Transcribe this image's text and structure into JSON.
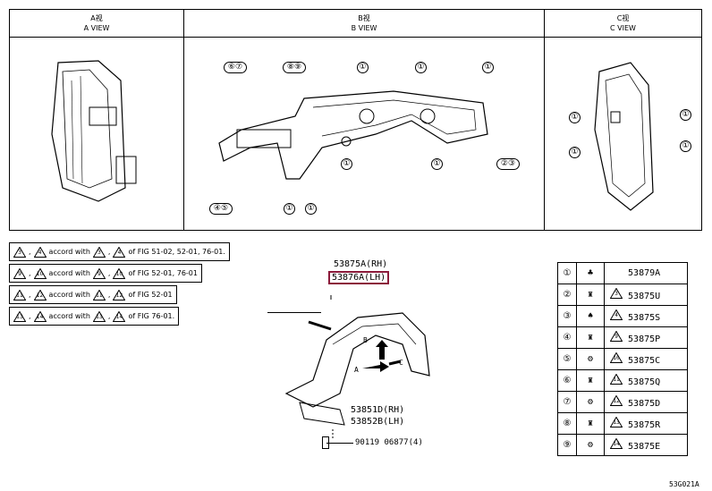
{
  "views": [
    {
      "title_cn": "A视",
      "title_en": "A VIEW"
    },
    {
      "title_cn": "B视",
      "title_en": "B VIEW"
    },
    {
      "title_cn": "C视",
      "title_en": "C VIEW"
    }
  ],
  "b_view_callouts": {
    "c67": "⑥⑦",
    "c89": "⑧⑨",
    "c1a": "①",
    "c1b": "①",
    "c1c": "①",
    "c1d": "①",
    "c1e": "①",
    "c23": "②③",
    "c45": "④⑤",
    "c1f": "①",
    "c1g": "①"
  },
  "c_view_callouts": {
    "c1a": "①",
    "c1b": "①",
    "c1c": "①",
    "c1d": "①"
  },
  "legend": [
    {
      "a": "3",
      "b": "4",
      "text": "accord with",
      "c": "3",
      "d": "4",
      "ref": "of FIG 51-02, 52-01, 76-01."
    },
    {
      "a": "9",
      "b": "10",
      "text": "accord with",
      "c": "9",
      "d": "10",
      "ref": "of FIG 52-01, 76-01"
    },
    {
      "a": "11",
      "b": "12",
      "text": "accord with",
      "c": "11",
      "d": "12",
      "ref": "of FIG 52-01"
    },
    {
      "a": "13",
      "b": "14",
      "text": "accord with",
      "c": "13",
      "d": "14",
      "ref": "of FIG 76-01."
    }
  ],
  "parts_table": [
    {
      "num": "①",
      "icon": "clip-icon",
      "tri": "",
      "part": "53879A"
    },
    {
      "num": "②",
      "icon": "screw-clip-icon",
      "tri": "3",
      "part": "53875U"
    },
    {
      "num": "③",
      "icon": "push-clip-icon",
      "tri": "4",
      "part": "53875S"
    },
    {
      "num": "④",
      "icon": "screw-clip-icon",
      "tri": "9",
      "part": "53875P"
    },
    {
      "num": "⑤",
      "icon": "nut-icon",
      "tri": "10",
      "part": "53875C"
    },
    {
      "num": "⑥",
      "icon": "screw-clip-icon",
      "tri": "11",
      "part": "53875Q"
    },
    {
      "num": "⑦",
      "icon": "nut-icon",
      "tri": "12",
      "part": "53875D"
    },
    {
      "num": "⑧",
      "icon": "screw-clip-icon",
      "tri": "13",
      "part": "53875R"
    },
    {
      "num": "⑨",
      "icon": "nut-icon",
      "tri": "14",
      "part": "53875E"
    }
  ],
  "main_parts": {
    "liner_rh": "53875A(RH)",
    "liner_lh": "53876A(LH)",
    "seal_rh": "53851D(RH)",
    "seal_lh": "53852B(LH)",
    "bolt": "90119 06877(4)",
    "arrow_a": "A",
    "arrow_b": "B",
    "arrow_c": "C"
  },
  "diagram_code": "53G021A"
}
